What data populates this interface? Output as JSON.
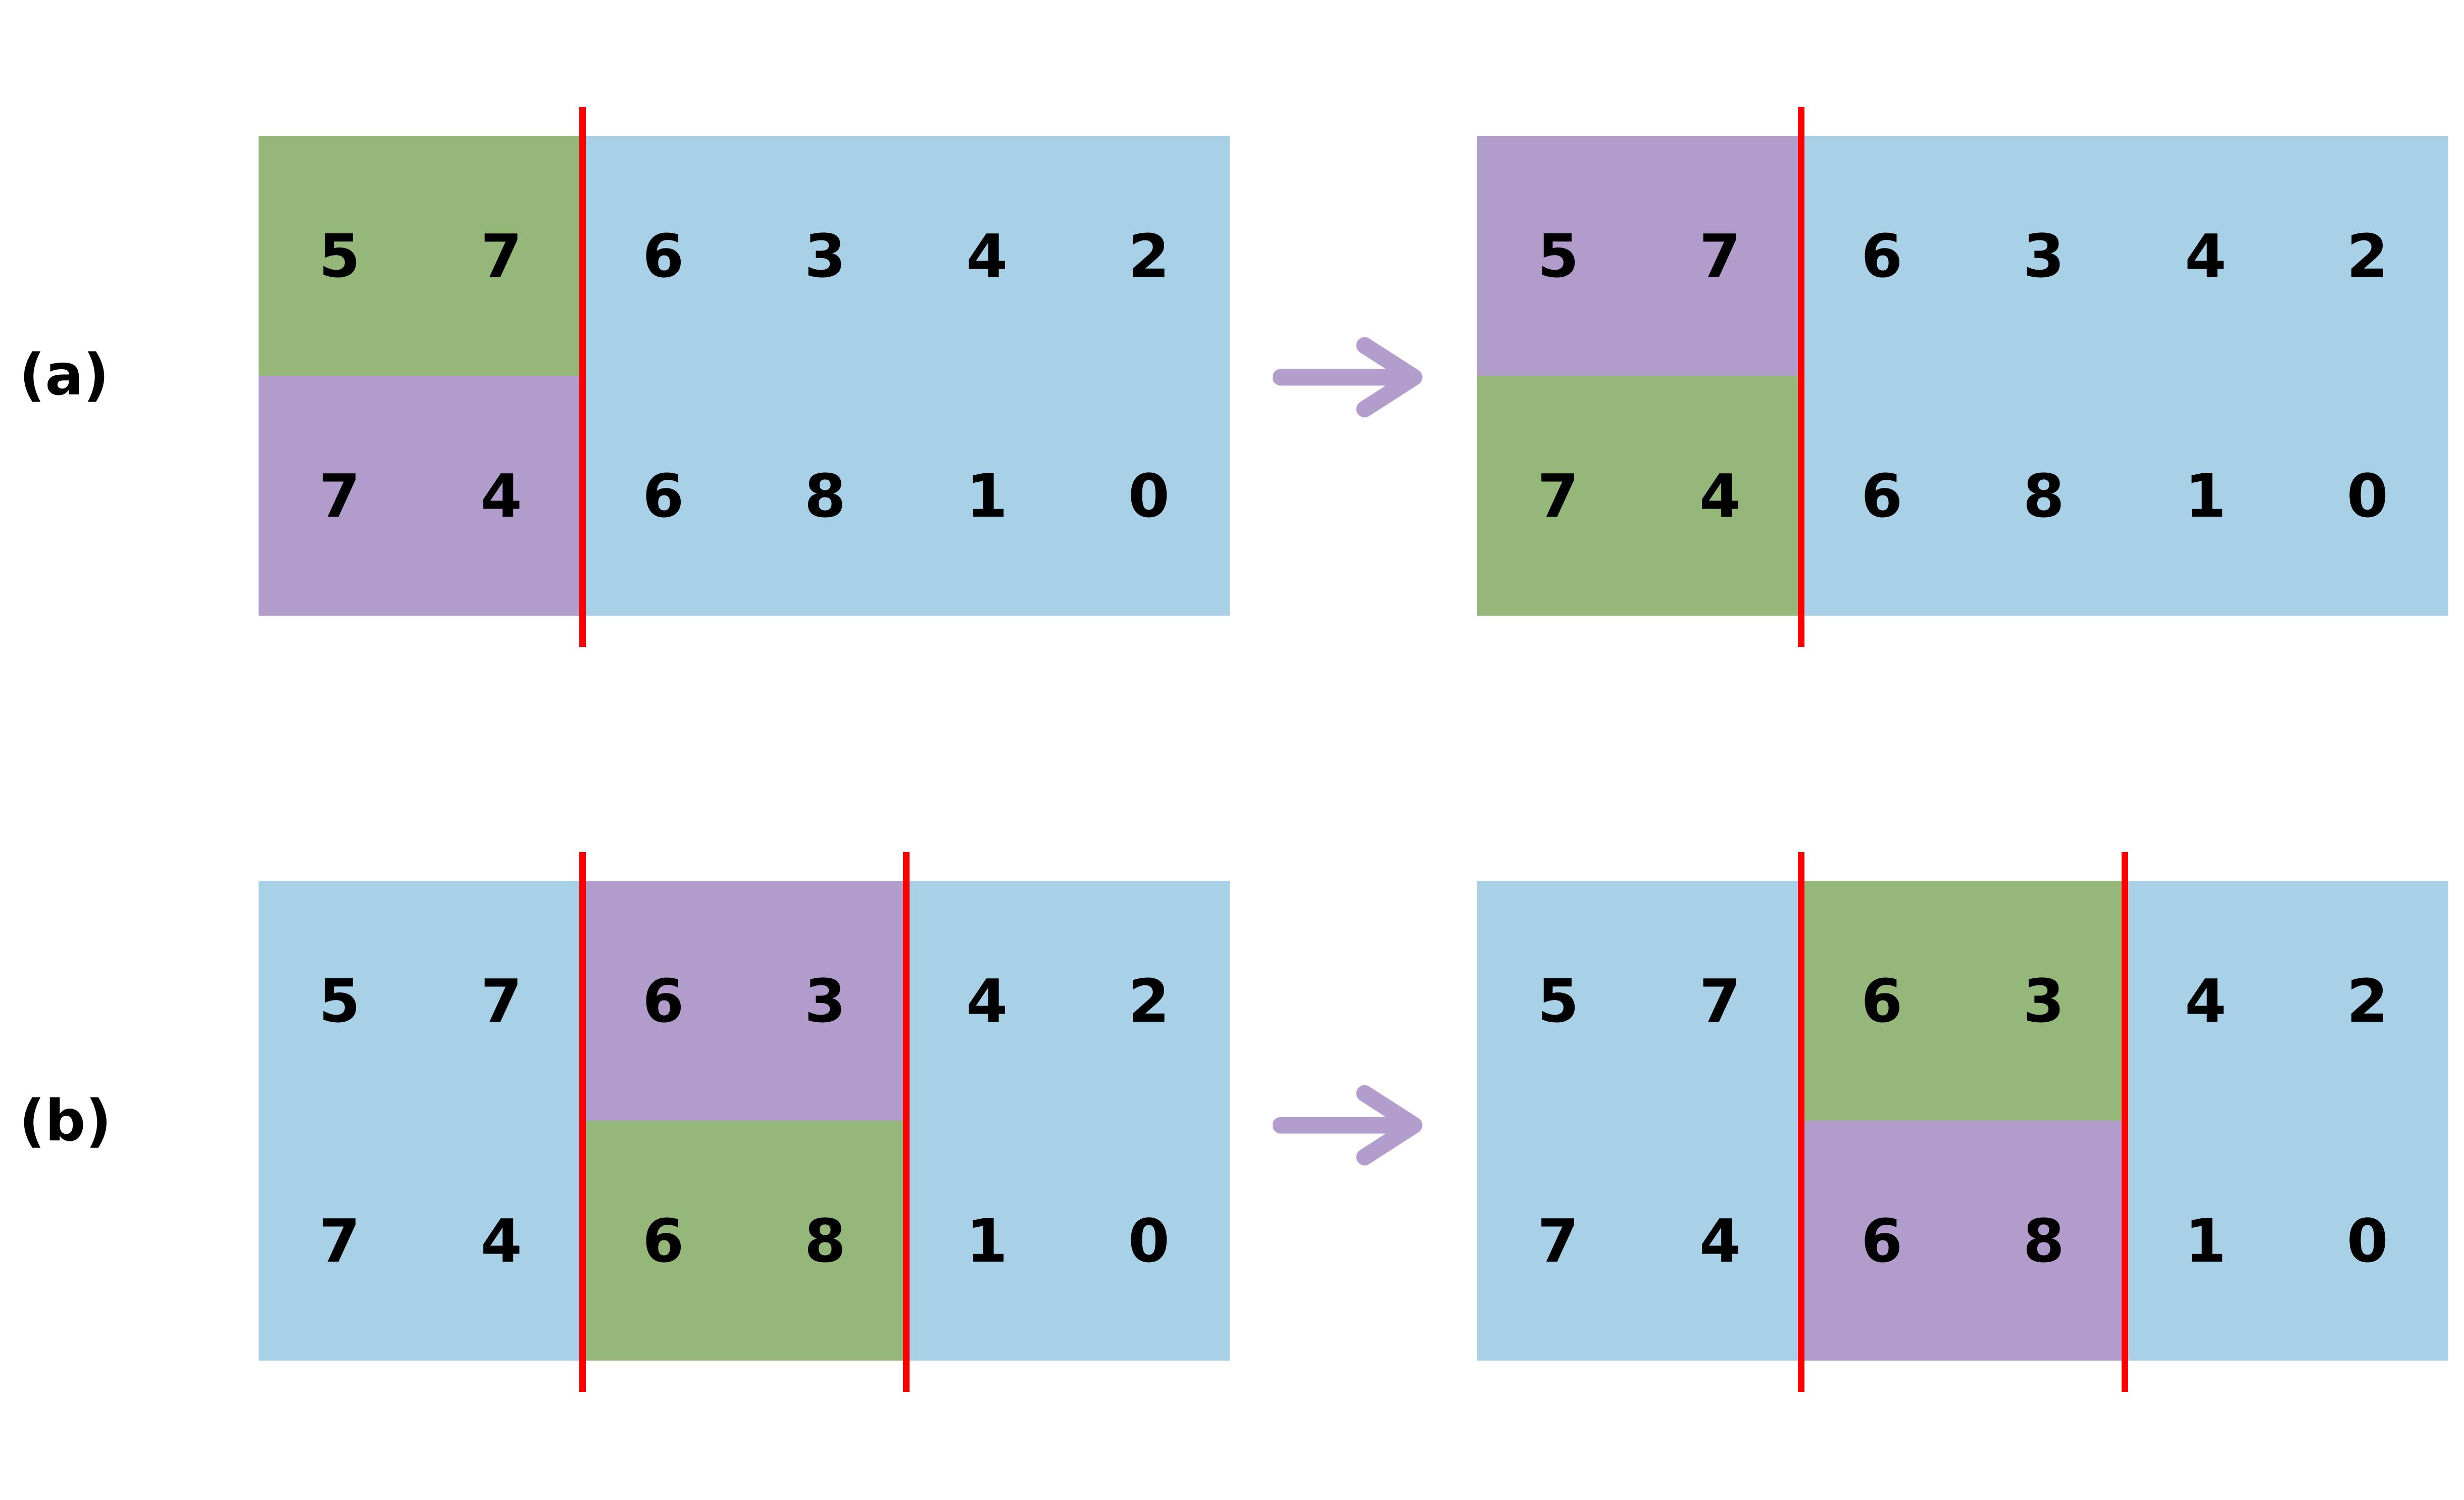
{
  "colors": {
    "base_block": "#a8d1e7",
    "green_block": "#96b77a",
    "purple_block": "#b19ccb",
    "cut_line": "#ff0000",
    "arrow": "#b39dcd",
    "text": "#000000"
  },
  "matrix": {
    "rows": [
      [
        "5",
        "7",
        "6",
        "3",
        "4",
        "2"
      ],
      [
        "7",
        "4",
        "6",
        "8",
        "1",
        "0"
      ]
    ]
  },
  "panels": [
    {
      "id": "a",
      "label": "(a)",
      "arrow_icon": "right-arrow",
      "before": {
        "highlight_cols": [
          0,
          1
        ],
        "top_color": "green_block",
        "bottom_color": "purple_block",
        "cut_lines_after_cols": [
          2
        ]
      },
      "after": {
        "highlight_cols": [
          0,
          1
        ],
        "top_color": "purple_block",
        "bottom_color": "green_block",
        "cut_lines_after_cols": [
          2
        ]
      }
    },
    {
      "id": "b",
      "label": "(b)",
      "arrow_icon": "right-arrow",
      "before": {
        "highlight_cols": [
          2,
          3
        ],
        "top_color": "purple_block",
        "bottom_color": "green_block",
        "cut_lines_after_cols": [
          2,
          4
        ]
      },
      "after": {
        "highlight_cols": [
          2,
          3
        ],
        "top_color": "green_block",
        "bottom_color": "purple_block",
        "cut_lines_after_cols": [
          2,
          4
        ]
      }
    }
  ]
}
